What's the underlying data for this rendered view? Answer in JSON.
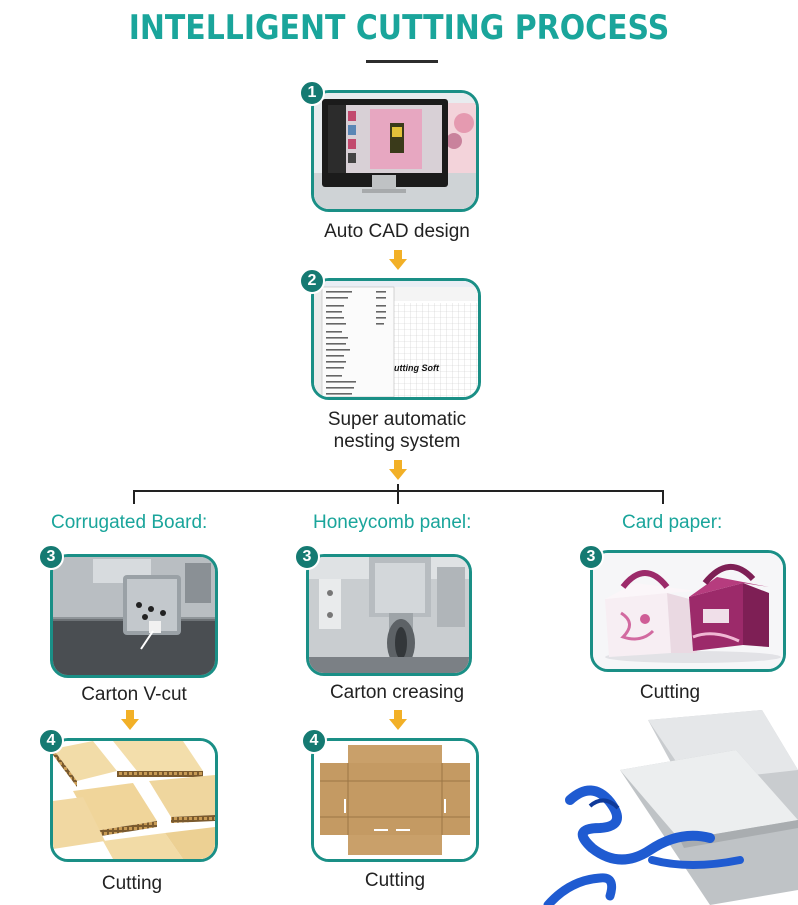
{
  "title": "INTELLIGENT CUTTING PROCESS",
  "steps": {
    "s1": {
      "badge": "1",
      "caption": "Auto CAD design"
    },
    "s2": {
      "badge": "2",
      "caption_line1": "Super automatic",
      "caption_line2": "nesting system",
      "screen_text": "utting Soft"
    },
    "corrugated": {
      "label": "Corrugated Board:",
      "s3_badge": "3",
      "s3_caption": "Carton V-cut",
      "s4_badge": "4",
      "s4_caption": "Cutting"
    },
    "honeycomb": {
      "label": "Honeycomb panel:",
      "s3_badge": "3",
      "s3_caption": "Carton creasing",
      "s4_badge": "4",
      "s4_caption": "Cutting"
    },
    "card": {
      "label": "Card paper:",
      "s3_badge": "3",
      "s3_caption": "Cutting"
    }
  },
  "colors": {
    "accent": "#1aa59b",
    "frame": "#1a8f86",
    "badge": "#157a72",
    "arrow": "#f2b027"
  }
}
